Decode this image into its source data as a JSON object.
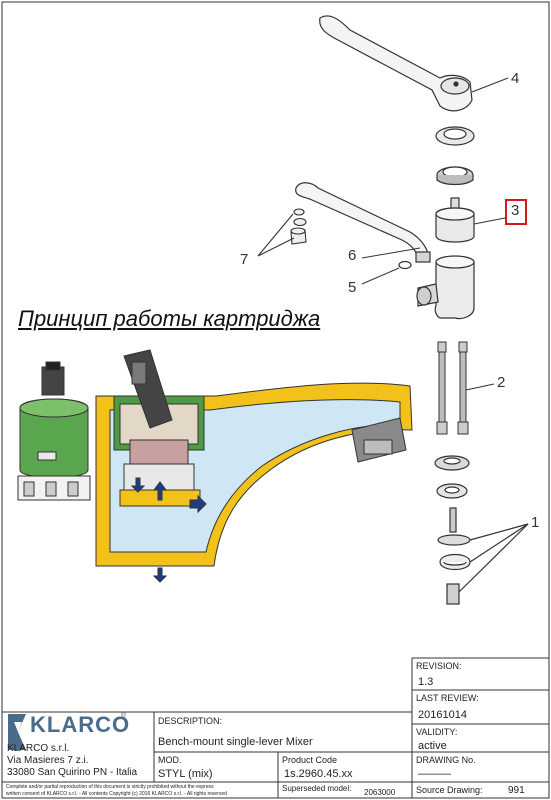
{
  "callouts": {
    "c1": "1",
    "c2": "2",
    "c3": "3",
    "c4": "4",
    "c5": "5",
    "c6": "6",
    "c7": "7"
  },
  "subtitle": "Принцип работы картриджа",
  "title_block": {
    "revision_label": "REVISION:",
    "revision_value": "1.3",
    "last_review_label": "LAST REVIEW:",
    "last_review_value": "20161014",
    "validity_label": "VALIDITY:",
    "validity_value": "active",
    "drawing_no_label": "DRAWING No.",
    "drawing_no_value": "———",
    "source_drawing_label": "Source Drawing:",
    "source_drawing_value": "991",
    "description_label": "DESCRIPTION:",
    "description_value": "Bench-mount single-lever Mixer",
    "mod_label": "MOD.",
    "mod_value": "STYL (mix)",
    "product_code_label": "Product Code",
    "product_code_value": "1s.2960.45.xx",
    "superseded_label": "Superseded model:",
    "superseded_value": "2063000",
    "company_name": "KLARCO s.r.l.",
    "company_street": "Via Masieres 7 z.i.",
    "company_city": "33080 San Quirino PN - Italia",
    "logo": "KLARCO",
    "logo_reg": "®",
    "copyright_line1": "Complete and/or partial reproduction of this document is strictly prohibited without the express",
    "copyright_line2": "written consent of KLARCO s.r.l. - All contents Copyright (c) 2016 KLARCO s.r.l. - All rights reserved"
  },
  "colors": {
    "highlight": "#d41a1a",
    "body_yellow": "#f2c21b",
    "cartridge_green": "#5aa64e",
    "water_blue": "#cfe6f5",
    "logo_blue": "#4a6b8a"
  }
}
